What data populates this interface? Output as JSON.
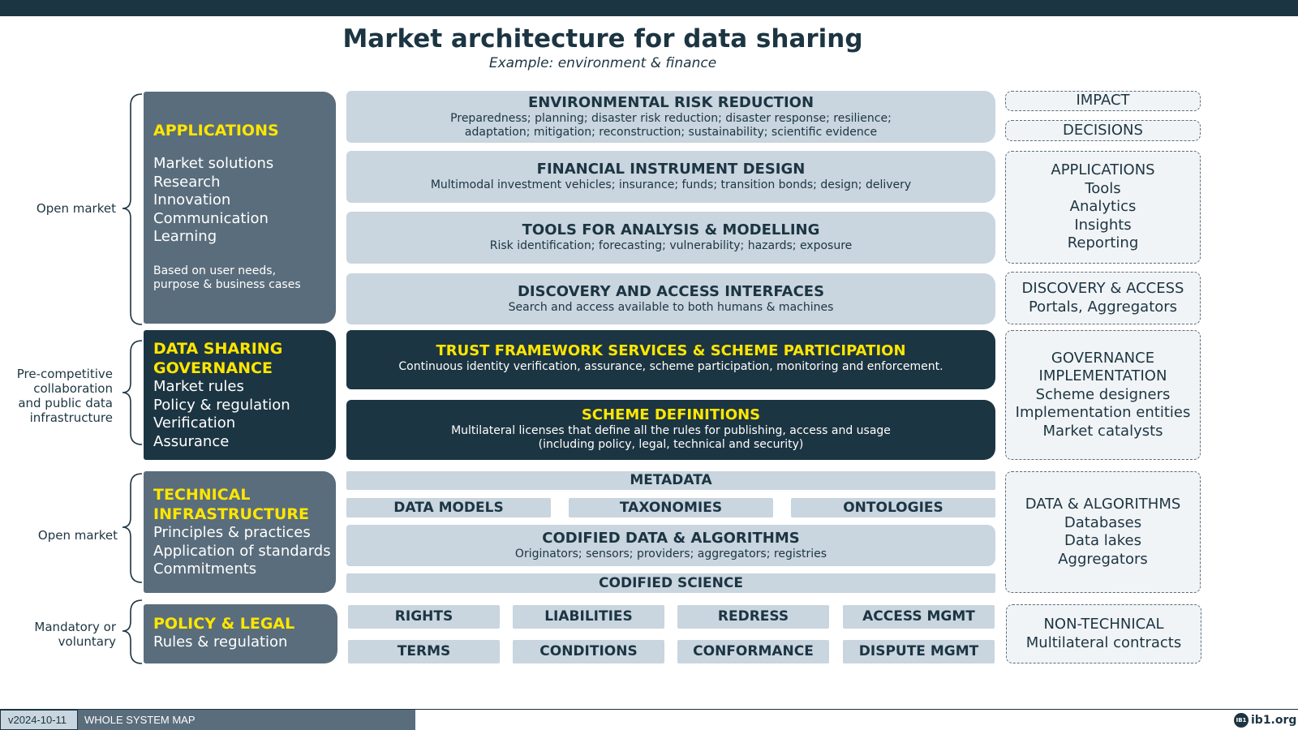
{
  "header": {
    "title": "Market architecture for data sharing",
    "subtitle": "Example: environment & finance"
  },
  "side_labels": {
    "applications": [
      "Open market"
    ],
    "governance": [
      "Pre-competitive",
      "collaboration",
      "and public data",
      "infrastructure"
    ],
    "technical": [
      "Open market"
    ],
    "policy": [
      "Mandatory or",
      "voluntary"
    ]
  },
  "left_blocks": {
    "applications": {
      "heading": "APPLICATIONS",
      "items": [
        "Market solutions",
        "Research",
        "Innovation",
        "Communication",
        "Learning"
      ],
      "note": [
        "Based on user needs,",
        "purpose & business cases"
      ]
    },
    "governance": {
      "heading": [
        "DATA SHARING",
        "GOVERNANCE"
      ],
      "items": [
        "Market rules",
        "Policy & regulation",
        "Verification",
        "Assurance"
      ]
    },
    "technical": {
      "heading": [
        "TECHNICAL",
        "INFRASTRUCTURE"
      ],
      "items": [
        "Principles & practices",
        "Application of standards",
        "Commitments"
      ]
    },
    "policy": {
      "heading": "POLICY & LEGAL",
      "items": [
        "Rules & regulation"
      ]
    }
  },
  "center": {
    "env_risk": {
      "heading": "ENVIRONMENTAL RISK REDUCTION",
      "desc": [
        "Preparedness; planning; disaster risk reduction; disaster response; resilience;",
        "adaptation; mitigation; reconstruction; sustainability; scientific evidence"
      ]
    },
    "financial": {
      "heading": "FINANCIAL INSTRUMENT DESIGN",
      "desc": [
        "Multimodal investment vehicles; insurance; funds; transition bonds; design; delivery"
      ]
    },
    "tools": {
      "heading": "TOOLS FOR ANALYSIS & MODELLING",
      "desc": [
        "Risk identification; forecasting; vulnerability; hazards; exposure"
      ]
    },
    "discovery": {
      "heading": "DISCOVERY AND ACCESS INTERFACES",
      "desc": [
        "Search and access available to both humans & machines"
      ]
    },
    "trust": {
      "heading": "TRUST FRAMEWORK SERVICES & SCHEME PARTICIPATION",
      "desc": [
        "Continuous identity verification, assurance, scheme participation, monitoring and enforcement."
      ]
    },
    "scheme": {
      "heading": "SCHEME DEFINITIONS",
      "desc": [
        "Multilateral licenses that define all the rules for publishing, access and usage",
        "(including policy, legal, technical and security)"
      ]
    },
    "metadata": "METADATA",
    "metadata_parts": [
      "DATA MODELS",
      "TAXONOMIES",
      "ONTOLOGIES"
    ],
    "codified_data": {
      "heading": "CODIFIED DATA & ALGORITHMS",
      "desc": [
        "Originators; sensors; providers; aggregators; registries"
      ]
    },
    "codified_science": "CODIFIED SCIENCE",
    "legal_row1": [
      "RIGHTS",
      "LIABILITIES",
      "REDRESS",
      "ACCESS MGMT"
    ],
    "legal_row2": [
      "TERMS",
      "CONDITIONS",
      "CONFORMANCE",
      "DISPUTE MGMT"
    ]
  },
  "right_boxes": {
    "impact": [
      "IMPACT"
    ],
    "decisions": [
      "DECISIONS"
    ],
    "applications": [
      "APPLICATIONS",
      "Tools",
      "Analytics",
      "Insights",
      "Reporting"
    ],
    "discovery": [
      "DISCOVERY & ACCESS",
      "Portals, Aggregators"
    ],
    "governance": [
      "GOVERNANCE",
      "IMPLEMENTATION",
      "Scheme designers",
      "Implementation entities",
      "Market catalysts"
    ],
    "data": [
      "DATA & ALGORITHMS",
      "Databases",
      "Data lakes",
      "Aggregators"
    ],
    "nontech": [
      "NON-TECHNICAL",
      "Multilateral contracts"
    ]
  },
  "footer": {
    "version": "v2024-10-11",
    "map_label": "WHOLE SYSTEM MAP",
    "logo_badge": "IB1",
    "logo_text": "ib1.org"
  },
  "colors": {
    "navy": "#1c3542",
    "slate": "#5a6d7c",
    "light_blue": "#c9d5df",
    "yellow": "#ffe600"
  }
}
